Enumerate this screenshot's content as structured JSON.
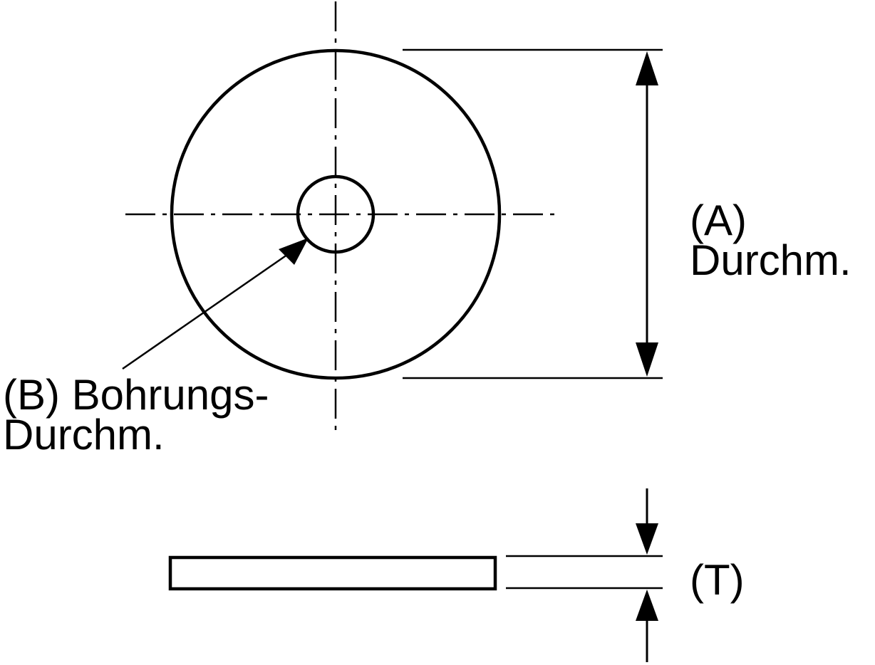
{
  "labels": {
    "outer_diameter": {
      "line1": "(A)",
      "line2": "Durchm."
    },
    "bore_diameter": {
      "line1": "(B) Bohrungs-",
      "line2": "Durchm."
    },
    "thickness": "(T)"
  },
  "colors": {
    "ink": "#000000",
    "paper": "#ffffff"
  }
}
